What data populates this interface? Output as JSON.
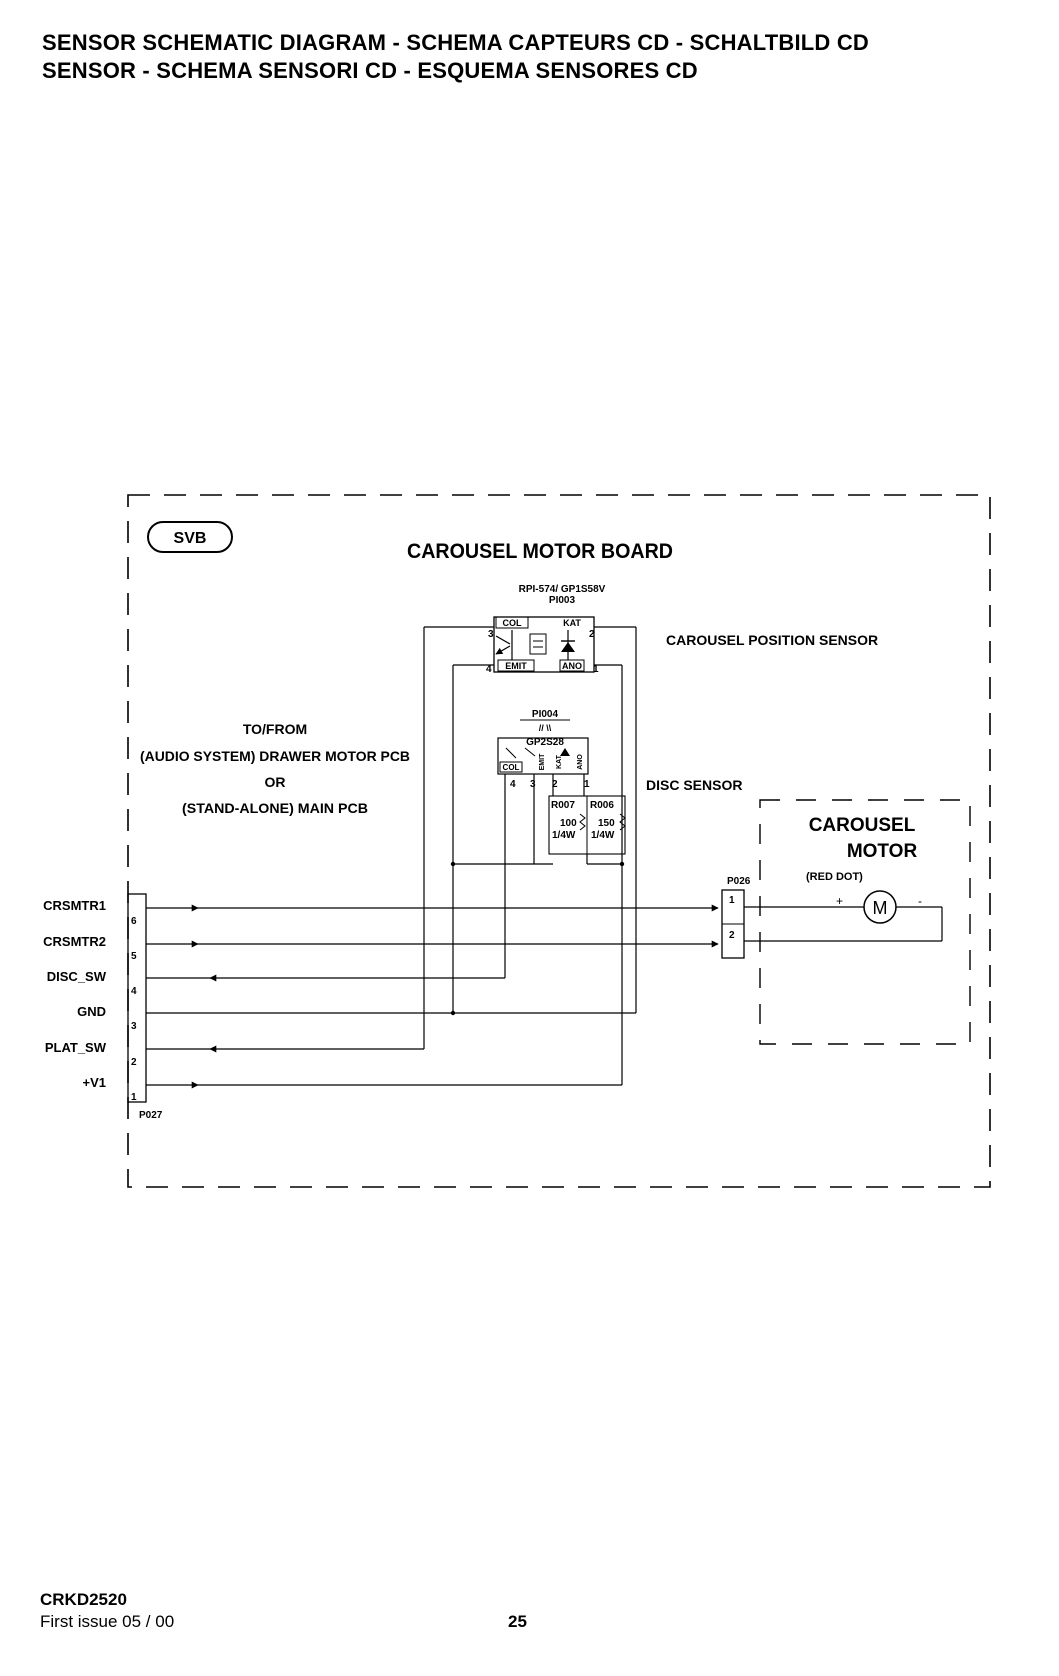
{
  "header": {
    "title_line1": "SENSOR SCHEMATIC DIAGRAM - SCHEMA CAPTEURS CD - SCHALTBILD CD",
    "title_line2": "SENSOR - SCHEMA SENSORI CD - ESQUEMA SENSORES CD"
  },
  "diagram": {
    "board_tag": "SVB",
    "board_title": "CAROUSEL MOTOR BOARD",
    "position_sensor": {
      "part_numbers": "RPI-574/ GP1S58V",
      "ref": "PI003",
      "label": "CAROUSEL POSITION SENSOR",
      "pins": {
        "col": "COL",
        "emit": "EMIT",
        "kat": "KAT",
        "ano": "ANO",
        "n1": "1",
        "n2": "2",
        "n3": "3",
        "n4": "4"
      }
    },
    "disc_sensor": {
      "ref": "PI004",
      "part": "GP2S28",
      "label": "DISC SENSOR",
      "pins": {
        "col": "COL",
        "emit": "EMIT",
        "kat": "KAT",
        "ano": "ANO",
        "n1": "1",
        "n2": "2",
        "n3": "3",
        "n4": "4"
      }
    },
    "resistors": [
      {
        "ref": "R007",
        "value": "100",
        "power": "1/4W"
      },
      {
        "ref": "R006",
        "value": "150",
        "power": "1/4W"
      }
    ],
    "interface_text": [
      "TO/FROM",
      "(AUDIO SYSTEM) DRAWER MOTOR PCB",
      "OR",
      "(STAND-ALONE) MAIN PCB"
    ],
    "connector_p027": {
      "ref": "P027",
      "signals": [
        {
          "name": "CRSMTR1",
          "pin": "6"
        },
        {
          "name": "CRSMTR2",
          "pin": "5"
        },
        {
          "name": "DISC_SW",
          "pin": "4"
        },
        {
          "name": "GND",
          "pin": "3"
        },
        {
          "name": "PLAT_SW",
          "pin": "2"
        },
        {
          "name": "+V1",
          "pin": "1"
        }
      ]
    },
    "connector_p026": {
      "ref": "P026",
      "pins": [
        "1",
        "2"
      ]
    },
    "motor": {
      "title_line1": "CAROUSEL",
      "title_line2": "MOTOR",
      "note": "(RED DOT)",
      "symbol": "M",
      "plus": "+",
      "minus": "-"
    }
  },
  "footer": {
    "model": "CRKD2520",
    "issue": "First issue 05 / 00",
    "page": "25"
  }
}
